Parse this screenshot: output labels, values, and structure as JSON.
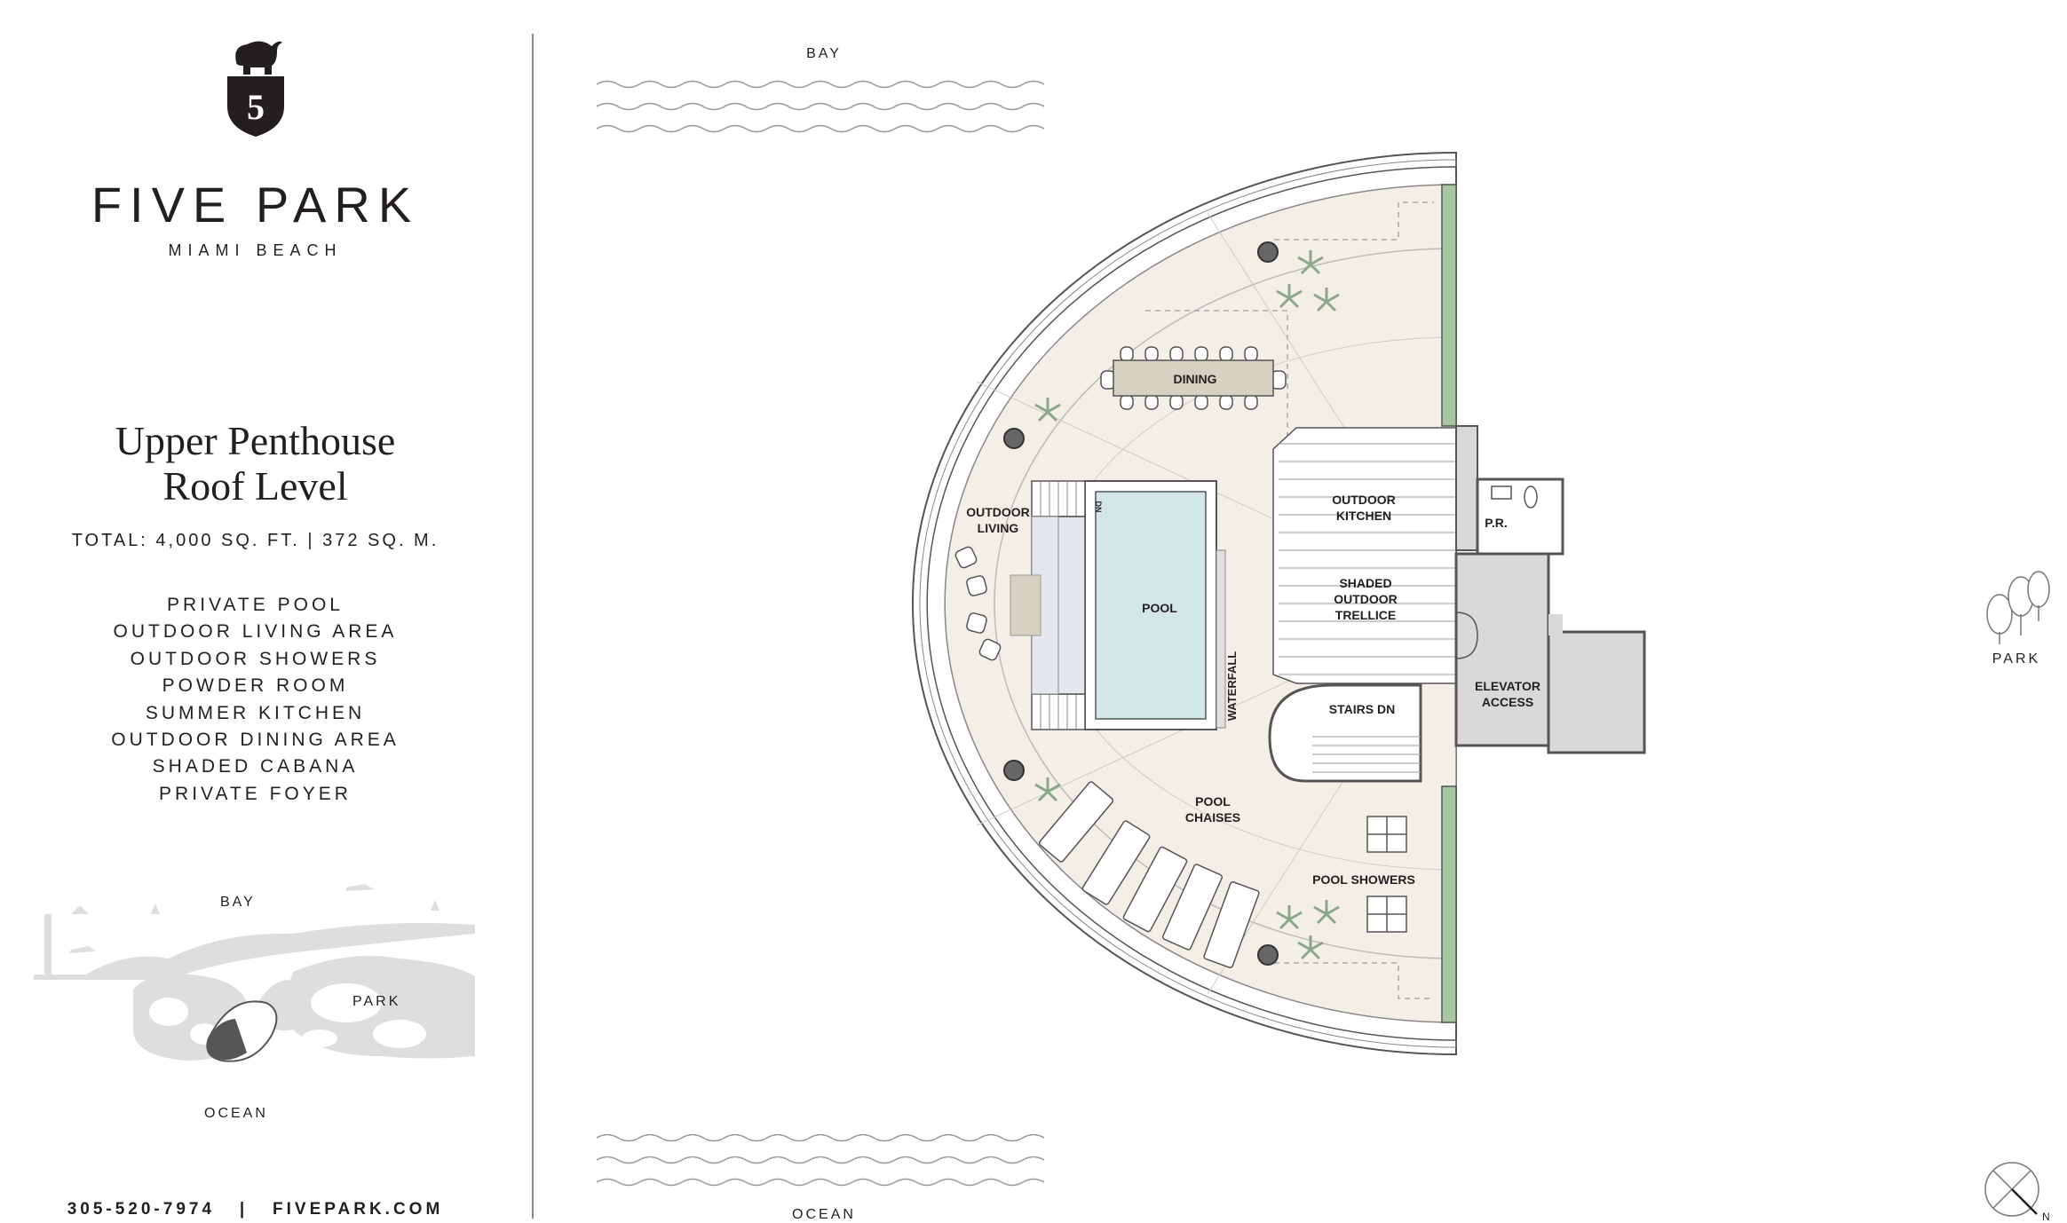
{
  "brand": {
    "name": "FIVE PARK",
    "subtitle": "MIAMI BEACH",
    "logo_icon": "elephant-shield-icon"
  },
  "title": {
    "line1": "Upper Penthouse",
    "line2": "Roof Level"
  },
  "total": "TOTAL: 4,000 SQ. FT. | 372 SQ. M.",
  "features": [
    "PRIVATE POOL",
    "OUTDOOR LIVING AREA",
    "OUTDOOR SHOWERS",
    "POWDER ROOM",
    "SUMMER KITCHEN",
    "OUTDOOR DINING AREA",
    "SHADED CABANA",
    "PRIVATE FOYER"
  ],
  "site_map": {
    "bay": "BAY",
    "park": "PARK",
    "ocean": "OCEAN"
  },
  "footer": "305-520-7974   |   FIVEPARK.COM",
  "plan": {
    "bay": "BAY",
    "ocean": "OCEAN",
    "park": "PARK",
    "compass": "N",
    "rooms": {
      "dining": "DINING",
      "outdoor_living": [
        "OUTDOOR",
        "LIVING"
      ],
      "pool": "POOL",
      "waterfall": "WATERFALL",
      "outdoor_kitchen": [
        "OUTDOOR",
        "KITCHEN"
      ],
      "shaded_trellice": [
        "SHADED",
        "OUTDOOR",
        "TRELLICE"
      ],
      "stairs": "STAIRS DN",
      "elevator": [
        "ELEVATOR",
        "ACCESS"
      ],
      "powder": "P.R.",
      "pool_chaises": [
        "POOL",
        "CHAISES"
      ],
      "pool_showers": "POOL SHOWERS",
      "dn": "DN"
    }
  },
  "colors": {
    "text": "#231f20",
    "deck": "#f3efe6",
    "pool": "#d2e6e6",
    "lawn": "#a7c7a0",
    "wall": "#555555",
    "core": "#d9d9d9",
    "site": "#dedede"
  }
}
